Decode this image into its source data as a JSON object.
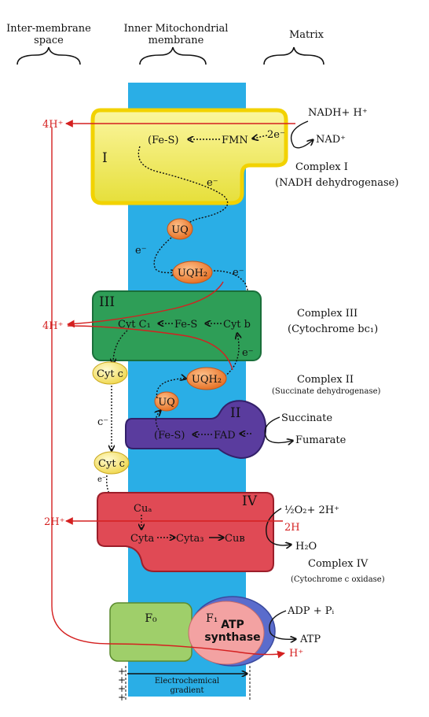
{
  "headers": {
    "intermembrane_line1": "Inter-membrane",
    "intermembrane_line2": "space",
    "inner_line1": "Inner Mitochondrial",
    "inner_line2": "membrane",
    "matrix": "Matrix"
  },
  "complex1": {
    "roman": "I",
    "fes": "(Fe-S)",
    "fmn": "FMN",
    "two_e": "2e⁻",
    "e": "e⁻",
    "nadh": "NADH+ H⁺",
    "nad": "NAD⁺",
    "name": "Complex I",
    "subname": "(NADH dehydrogenase)",
    "h_out": "4H⁺"
  },
  "ubiquinone": {
    "uq": "UQ",
    "uqh2": "UQH₂",
    "e1": "e⁻",
    "e2": "e⁻"
  },
  "complex3": {
    "roman": "III",
    "cyt_c1": "Cyt C₁",
    "fes": "Fe-S",
    "cyt_b": "Cyt b",
    "e": "e⁻",
    "name": "Complex III",
    "subname": "(Cytochrome bc₁)",
    "h_out": "4H⁺"
  },
  "cyt_c": {
    "top": "Cyt c",
    "bottom": "Cyt c",
    "e_mid": "c⁻",
    "e_low": "e⁻"
  },
  "complex2": {
    "roman": "II",
    "uqh2": "UQH₂",
    "uq": "UQ",
    "fes": "(Fe-S)",
    "fad": "FAD",
    "succinate": "Succinate",
    "fumarate": "Fumarate",
    "name": "Complex II",
    "subname": "(Succinate dehydrogenase)"
  },
  "complex4": {
    "roman": "IV",
    "cua": "Cuₐ",
    "cyta": "Cyta",
    "cyta3": "Cyta₃",
    "cub": "Cuʙ",
    "o2": "½O₂+ 2H⁺",
    "h_in": "2H",
    "h2o": "H₂O",
    "name": "Complex IV",
    "subname": "(Cytochrome c oxidase)",
    "h_out": "2H⁺"
  },
  "atp_synthase": {
    "f0": "F₀",
    "f1": "F₁",
    "atp_line1": "ATP",
    "atp_line2": "synthase",
    "adp": "ADP + Pᵢ",
    "atp": "ATP",
    "h_in": "H⁺",
    "gradient_line1": "Electrochemical",
    "gradient_line2": "gradient"
  },
  "colors": {
    "membrane": "#2aaee6",
    "complex1": "#f5ef00",
    "complex3": "#2e9e57",
    "complex2": "#5a3c9e",
    "complex4": "#e04a55",
    "f0": "#9fcf6a",
    "f1": "#f3a2a2",
    "carrier": "#f08a3c",
    "cytc": "#f5ec70",
    "proton": "#d42020"
  }
}
